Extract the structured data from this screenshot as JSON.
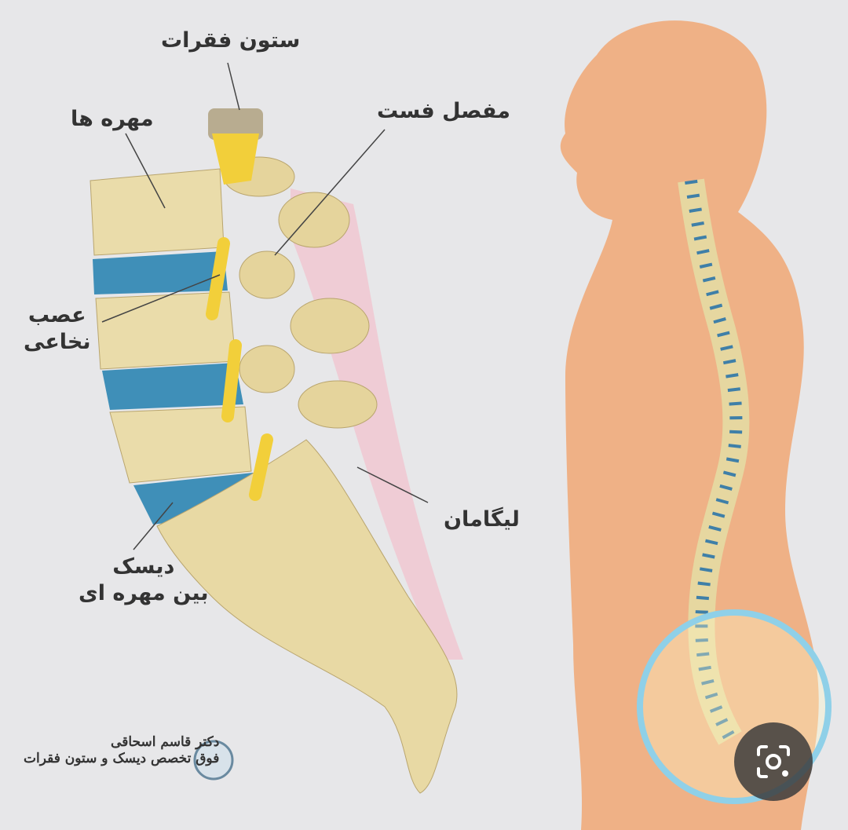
{
  "labels": {
    "spinal_column": "ستون فقرات",
    "vertebrae": "مهره ها",
    "facet_joint": "مفصل فست",
    "spinal_nerve_line1": "عصب",
    "spinal_nerve_line2": "نخاعی",
    "ligament": "لیگامان",
    "disc_line1": "دیسک",
    "disc_line2": "بین مهره ای"
  },
  "logo": {
    "line1": "دکتر قاسم اسحاقی",
    "line2": "فوق تخصص دیسک و ستون فقرات"
  },
  "colors": {
    "background": "#e7e7e9",
    "bone": "#eadcaa",
    "disc": "#3f8fb8",
    "nerve": "#f2cf3a",
    "skin": "#efb186",
    "ligament": "#e7a6b4"
  },
  "icons": {
    "lens": "image-search-lens-icon"
  }
}
